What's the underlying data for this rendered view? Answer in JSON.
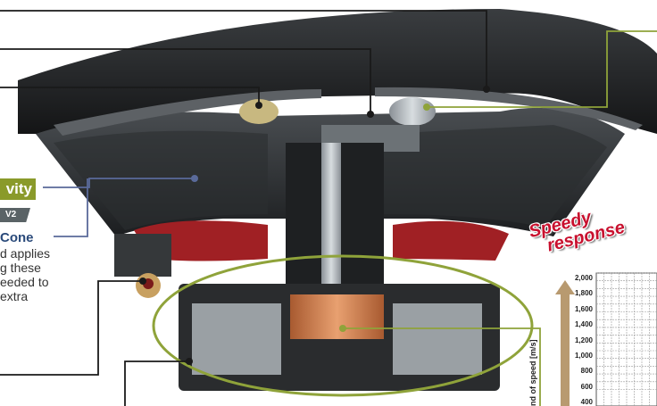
{
  "labels": {
    "gravity_badge": "vity",
    "version_tag": "V2",
    "cone_label": "Cone",
    "description_lines": [
      "d applies",
      "g these",
      "eeded to",
      "extra"
    ]
  },
  "speed_callout": {
    "line1": "Speedy",
    "line2": "response"
  },
  "chart_data": {
    "type": "line",
    "ylabel": "nd of speed [m/s]",
    "yticks": [
      "2,000",
      "1,800",
      "1,600",
      "1,400",
      "1,200",
      "1,000",
      "800",
      "600",
      "400"
    ],
    "grid": true
  },
  "colors": {
    "badge_green": "#8a9a2a",
    "tag_gray": "#5a6366",
    "callout_red": "#c8102e",
    "leader_green": "#8fa33a",
    "leader_blue": "#5a6a9a",
    "copper": "#c57a4a"
  }
}
